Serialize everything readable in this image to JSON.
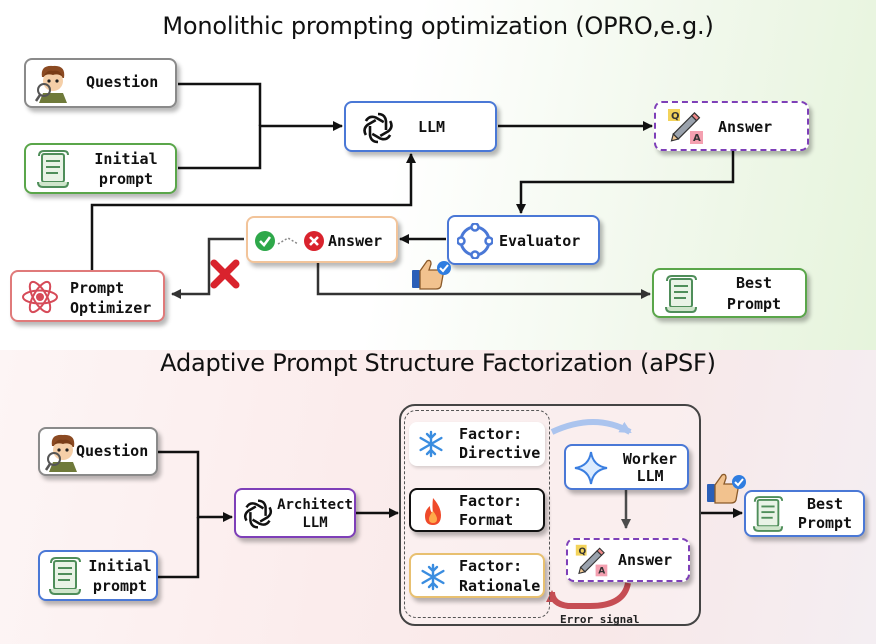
{
  "top": {
    "title": "Monolithic prompting optimization (OPRO,e.g.)",
    "question": "Question",
    "initial_prompt_line1": "Initial",
    "initial_prompt_line2": "prompt",
    "llm": "LLM",
    "answer_top": "Answer",
    "evaluator": "Evaluator",
    "answer_mid": "Answer",
    "prompt_optimizer_line1": "Prompt",
    "prompt_optimizer_line2": "Optimizer",
    "best_prompt_line1": "Best",
    "best_prompt_line2": "Prompt"
  },
  "bottom": {
    "title": "Adaptive Prompt Structure Factorization (aPSF)",
    "question": "Question",
    "initial_prompt_line1": "Initial",
    "initial_prompt_line2": "prompt",
    "architect_line1": "Architect",
    "architect_line2": "LLM",
    "factor_directive_line1": "Factor:",
    "factor_directive_line2": "Directive",
    "factor_format_line1": "Factor:",
    "factor_format_line2": "Format",
    "factor_rationale_line1": "Factor:",
    "factor_rationale_line2": "Rationale",
    "worker_line1": "Worker",
    "worker_line2": "LLM",
    "answer": "Answer",
    "error_signal": "Error signal",
    "best_prompt_line1": "Best",
    "best_prompt_line2": "Prompt"
  },
  "icons": [
    "detective-icon",
    "scroll-icon",
    "openai-icon",
    "pencil-qa-icon",
    "evaluator-cycle-icon",
    "check-icon",
    "cross-icon",
    "atom-icon",
    "red-x-icon",
    "thumbs-up-icon",
    "snowflake-icon",
    "flame-icon",
    "sparkle-icon"
  ],
  "colors": {
    "gray_border": "#8a8a8a",
    "green_border": "#5aa64a",
    "blue_border": "#4a78d6",
    "purple_border": "#7e3fb8",
    "red_border": "#e07a7a",
    "peach_border": "#f2c49a",
    "yellow_border": "#e8c070",
    "error_arrow": "#b3131b",
    "cycle_arrow": "#8fb0e8"
  }
}
